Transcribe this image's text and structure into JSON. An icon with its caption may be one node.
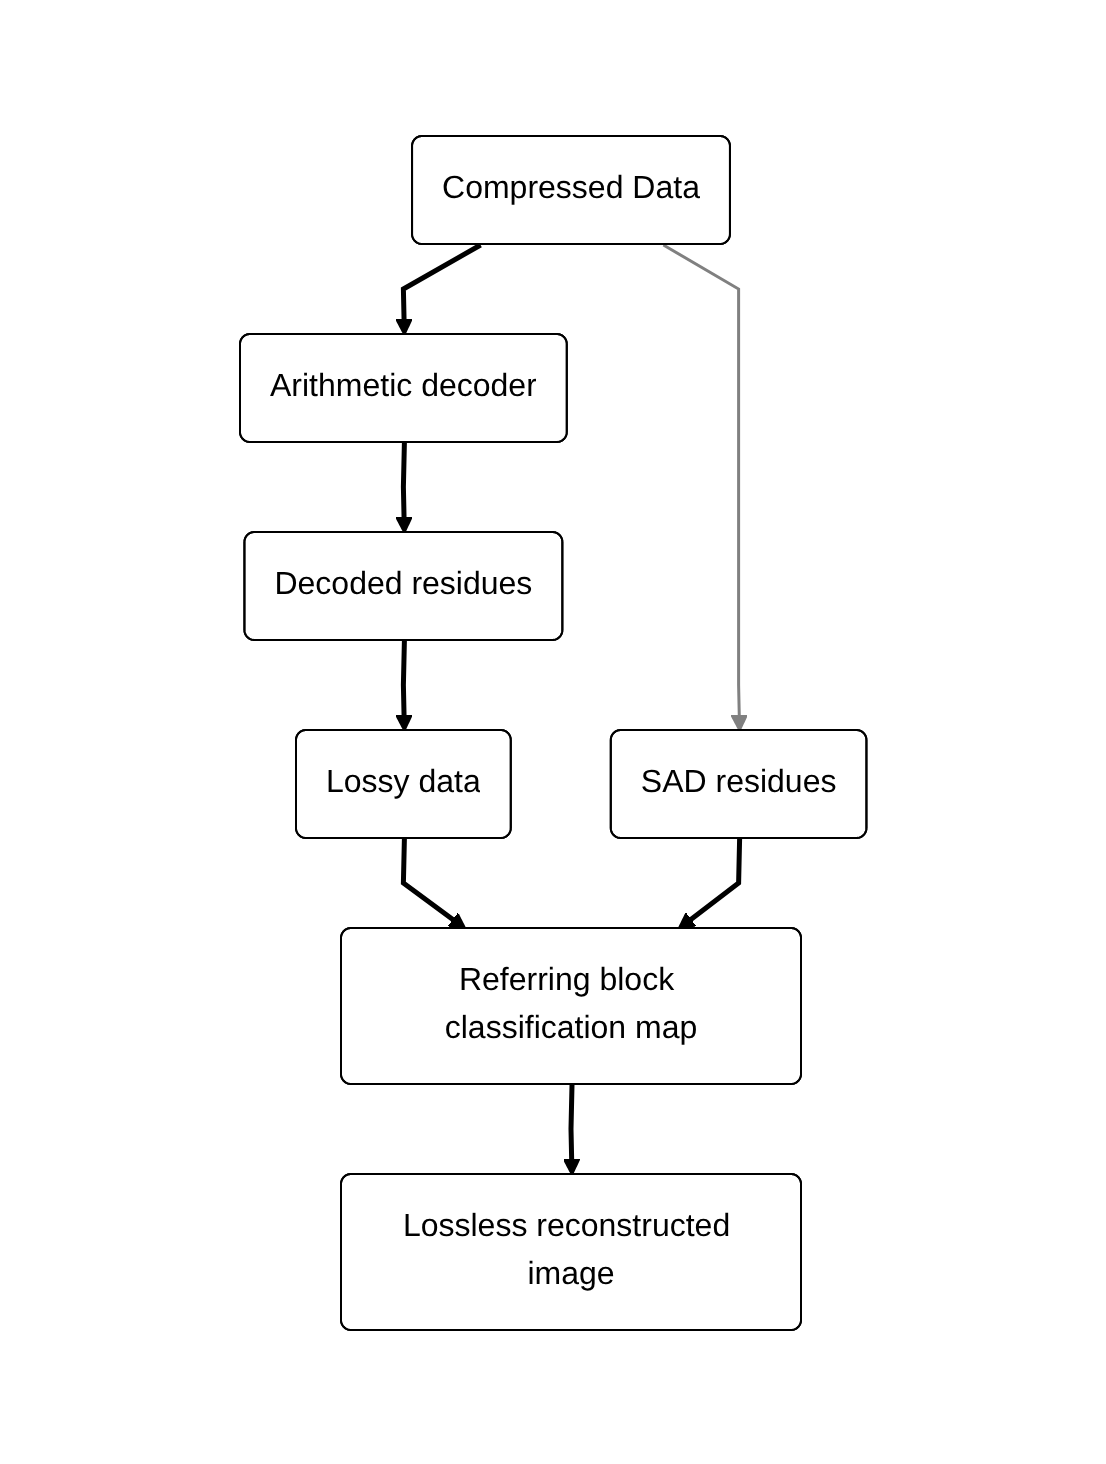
{
  "diagram": {
    "nodes": [
      {
        "text": [
          "Compressed Data"
        ]
      },
      {
        "text": [
          "Arithmetic decoder"
        ]
      },
      {
        "text": [
          "Decoded residues"
        ]
      },
      {
        "text": [
          "Lossy data"
        ]
      },
      {
        "text": [
          "Referring block classification map"
        ]
      },
      {
        "text": [
          "SAD residues"
        ]
      },
      {
        "text": [
          "Lossless reconstructed image"
        ]
      }
    ],
    "edges": [
      {
        "from": 0,
        "to": 1,
        "arrow": "to"
      },
      {
        "from": 1,
        "to": 2,
        "arrow": "to"
      },
      {
        "from": 2,
        "to": 3,
        "arrow": "to"
      },
      {
        "from": 3,
        "to": 4,
        "arrow": "to"
      },
      {
        "from": 0,
        "to": 5,
        "arrow": "to",
        "color": "#808080"
      },
      {
        "from": 5,
        "to": 4,
        "arrow": "to"
      },
      {
        "from": 4,
        "to": 6,
        "arrow": "to"
      }
    ]
  }
}
